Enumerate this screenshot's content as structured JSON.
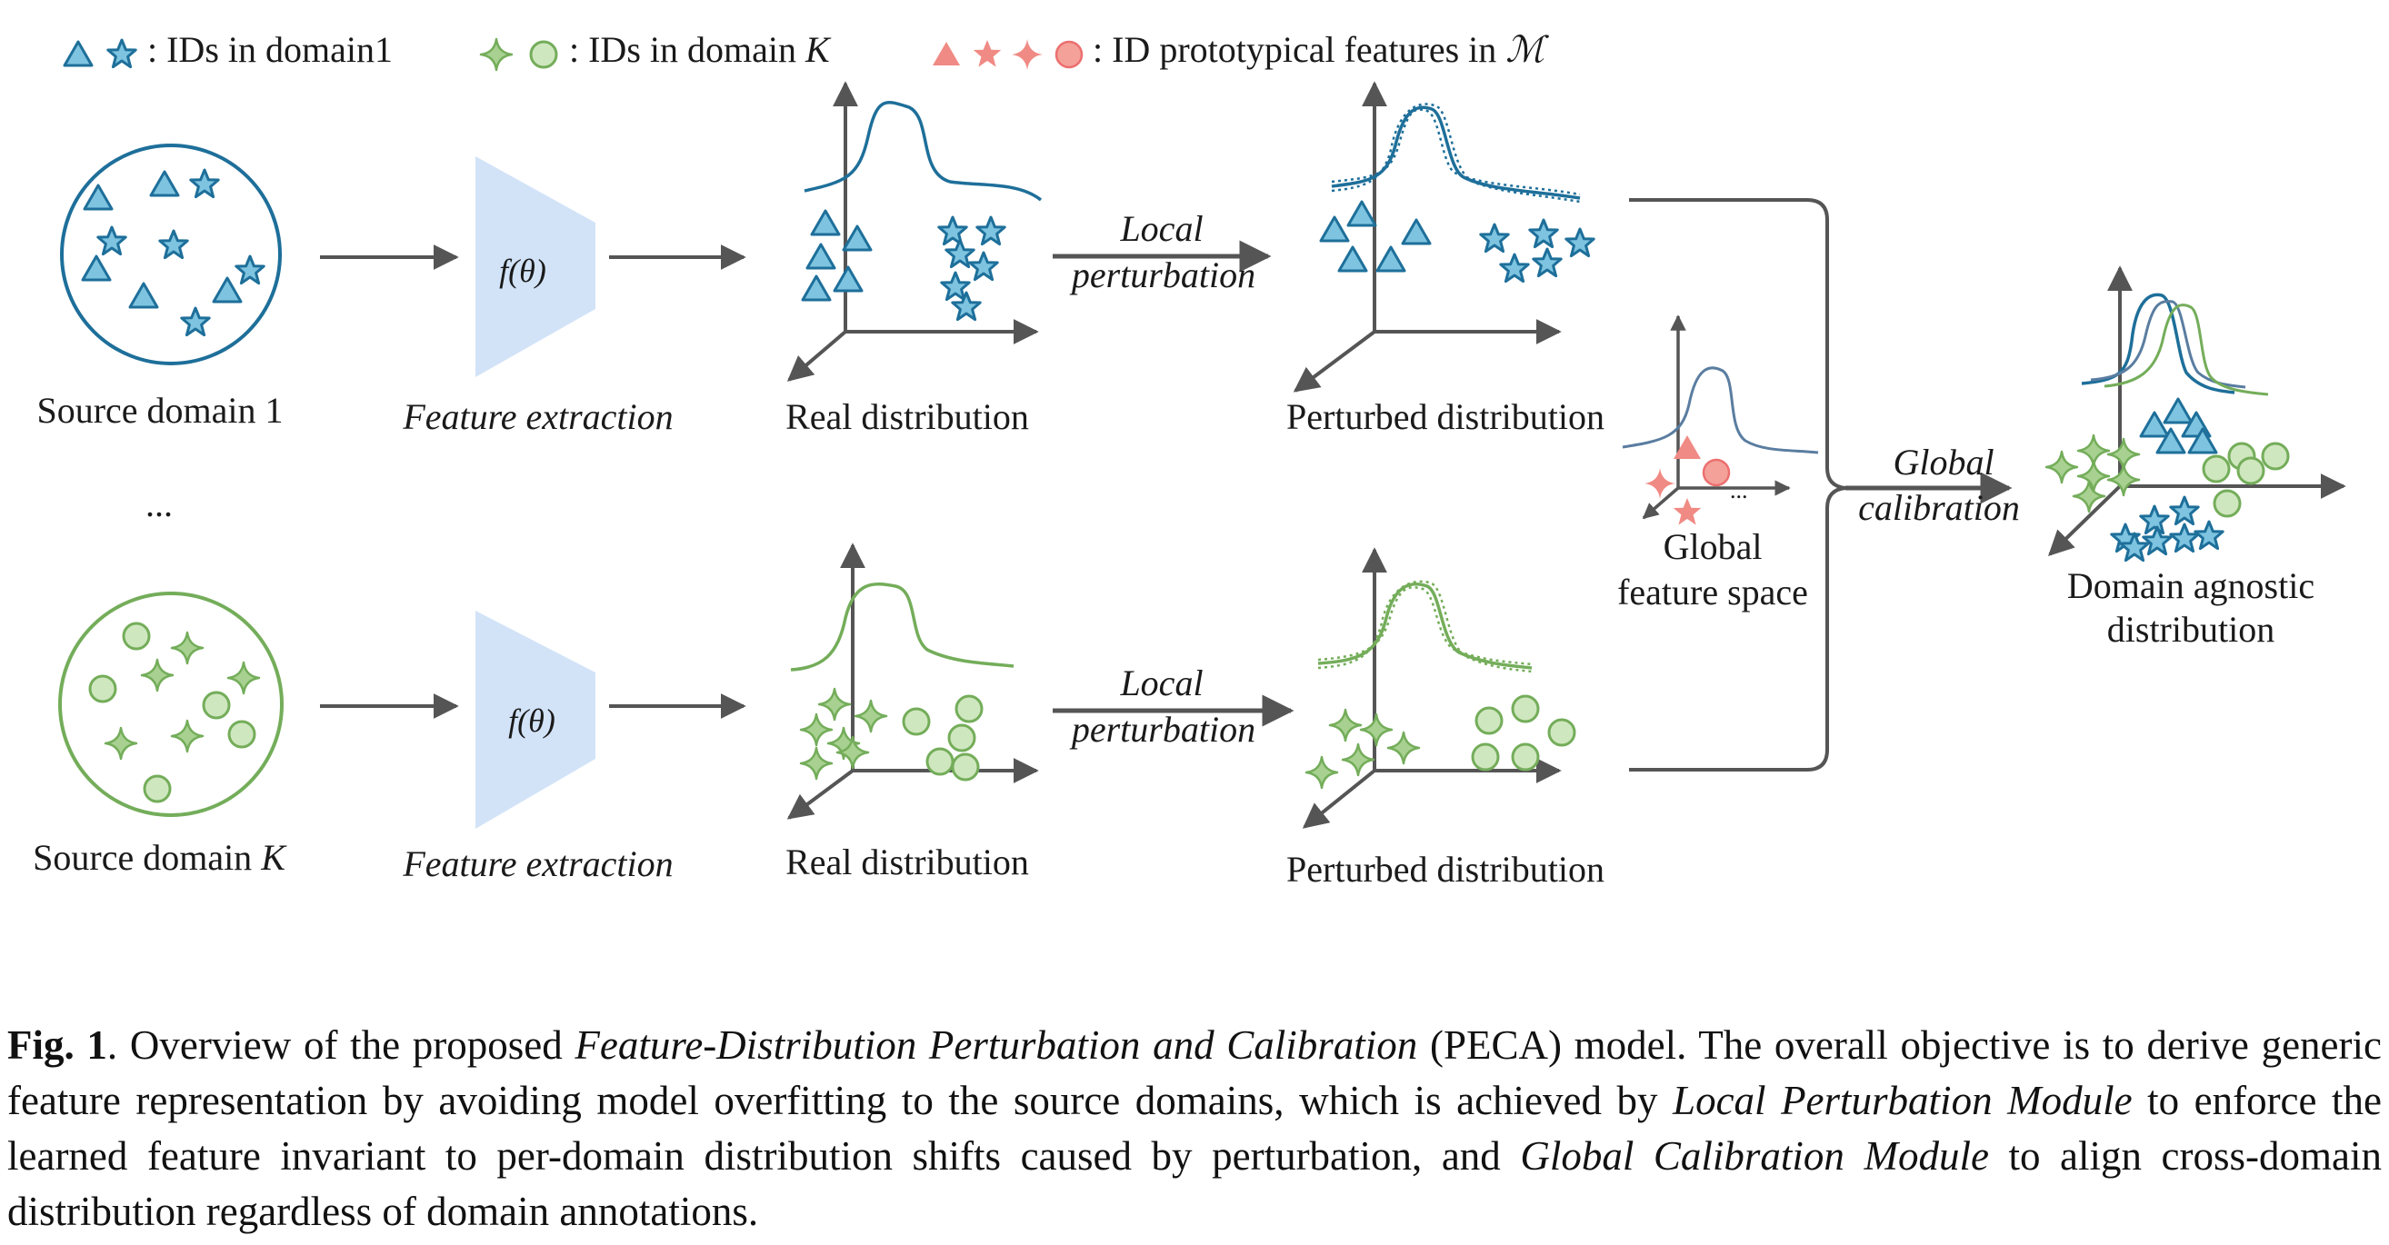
{
  "legend": {
    "domain1": ": IDs in domain1",
    "domainK_prefix": ": IDs in domain ",
    "domainK_var": "K",
    "prototypes_prefix": ": ID prototypical features in ",
    "prototypes_var": "ℳ"
  },
  "labels": {
    "source_domain_1": "Source domain 1",
    "source_domain_k_prefix": "Source domain ",
    "source_domain_k_var": "K",
    "ellipsis": "...",
    "f_theta": "f(θ)",
    "feature_extraction": "Feature extraction",
    "real_distribution": "Real distribution",
    "local": "Local",
    "perturbation": "perturbation",
    "perturbed_distribution": "Perturbed distribution",
    "global_feature_space_1": "Global",
    "global_feature_space_2": "feature space",
    "global_dots": "...",
    "global": "Global",
    "calibration": "calibration",
    "domain_agnostic_1": "Domain agnostic",
    "domain_agnostic_2": "distribution"
  },
  "caption": {
    "fig_label": "Fig. 1",
    "sep": ".  Overview of the proposed ",
    "model_name": "Feature-Distribution Perturbation and Calibration",
    "text1": " (PECA) model.  The overall objective is to derive generic feature representation by avoiding model overfitting to the source domains, which is achieved by ",
    "module1": "Local Perturbation Module",
    "text2": " to enforce the learned feature invariant to per-domain distribution shifts caused by perturbation, and ",
    "module2": "Global Calibration Module",
    "text3": " to align cross-domain distribution regardless of domain annotations."
  },
  "colors": {
    "blue": "#1e6f9a",
    "blue_fill": "#7ec4e0",
    "green": "#74ad5a",
    "green_fill": "#cfe7bf",
    "red": "#ec6f6f",
    "red_fill": "#f4a19a",
    "arrow": "#555555",
    "trapezoid": "#d2e3f8",
    "curve_gray": "#5a7da0"
  }
}
